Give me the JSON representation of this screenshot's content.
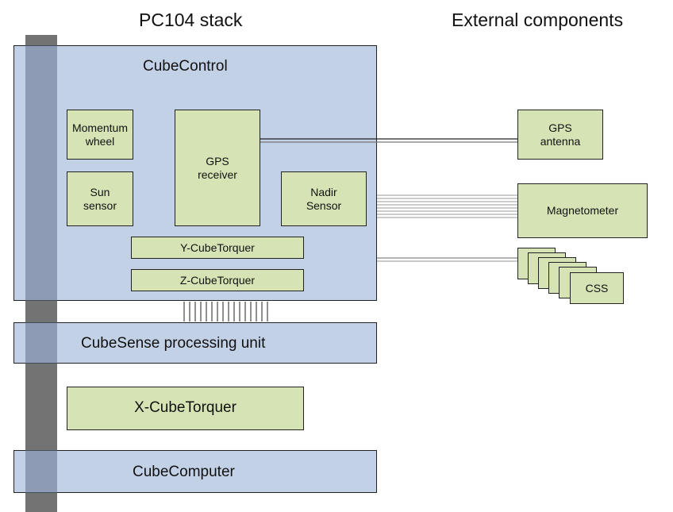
{
  "headings": {
    "stack": "PC104 stack",
    "external": "External components"
  },
  "cubecontrol": {
    "title": "CubeControl",
    "momentum_wheel": "Momentum\nwheel",
    "gps_receiver": "GPS\nreceiver",
    "sun_sensor": "Sun\nsensor",
    "nadir_sensor": "Nadir\nSensor",
    "y_torquer": "Y-CubeTorquer",
    "z_torquer": "Z-CubeTorquer"
  },
  "cubesense": {
    "title": "CubeSense processing unit"
  },
  "x_torquer": {
    "title": "X-CubeTorquer"
  },
  "cubecomputer": {
    "title": "CubeComputer"
  },
  "external": {
    "gps_antenna": "GPS\nantenna",
    "magnetometer": "Magnetometer",
    "css": "CSS"
  }
}
